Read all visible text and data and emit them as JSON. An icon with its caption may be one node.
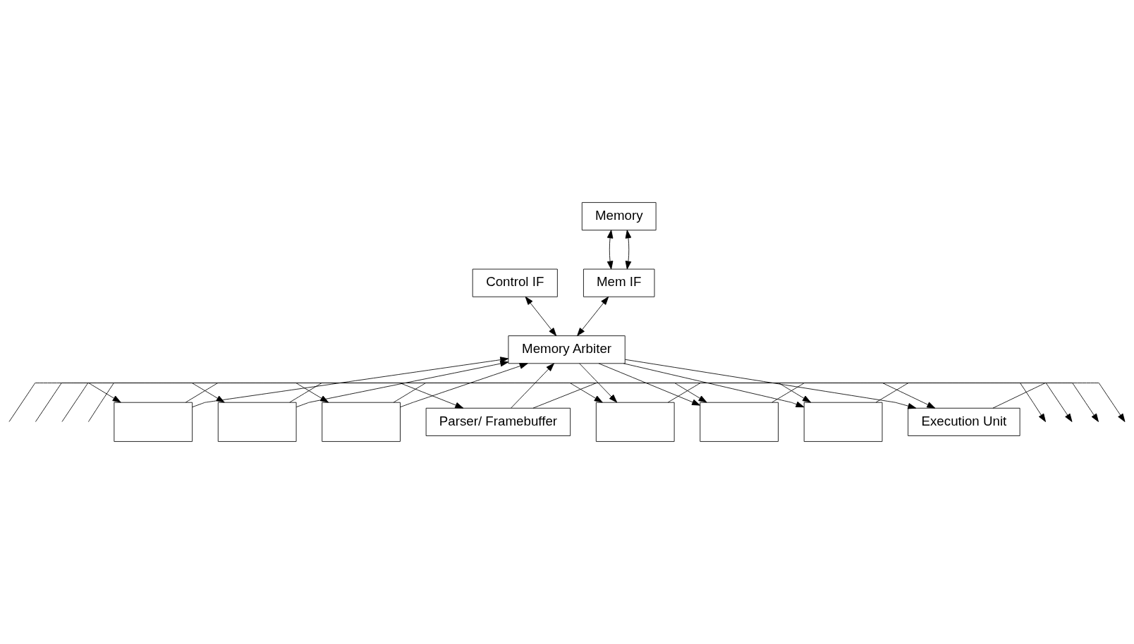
{
  "diagram": {
    "nodes": [
      {
        "text": [
          "Control IF"
        ]
      },
      {
        "text": [
          "Memory"
        ]
      },
      {
        "text": [
          "Mem IF"
        ]
      },
      {
        "text": [
          "Memory Arbiter"
        ]
      },
      {
        "text": [],
        "shape": "box"
      },
      {
        "text": [],
        "shape": "box"
      },
      {
        "text": [],
        "shape": "box"
      },
      {
        "text": [
          "Parser/ Framebuffer"
        ]
      },
      {
        "text": [],
        "shape": "box"
      },
      {
        "text": [],
        "shape": "box"
      },
      {
        "text": [],
        "shape": "box"
      },
      {
        "text": [
          "Execution Unit"
        ]
      }
    ],
    "edges": [
      {
        "from": 3,
        "to": 0,
        "arrow": "both"
      },
      {
        "from": 3,
        "to": 2,
        "arrow": "both"
      },
      {
        "from": 2,
        "to": 1,
        "arrow": "both"
      },
      {
        "from": 2,
        "to": 1,
        "arrow": "both"
      },
      {
        "from": null,
        "to": 4,
        "arrow": "to"
      },
      {
        "from": null,
        "to": 5,
        "arrow": "to"
      },
      {
        "from": null,
        "to": 6,
        "arrow": "to"
      },
      {
        "from": null,
        "to": 7,
        "arrow": "to"
      },
      {
        "from": 4,
        "to": 3,
        "arrow": "to"
      },
      {
        "from": 5,
        "to": 3,
        "arrow": "to"
      },
      {
        "from": 6,
        "to": 3,
        "arrow": "to"
      },
      {
        "from": 7,
        "to": 3,
        "arrow": "to"
      },
      {
        "from": 3,
        "to": 8,
        "arrow": "to"
      },
      {
        "from": 3,
        "to": 9,
        "arrow": "to"
      },
      {
        "from": 3,
        "to": 10,
        "arrow": "to"
      },
      {
        "from": 3,
        "to": 11,
        "arrow": "to"
      },
      {
        "from": 4,
        "to": 8,
        "arrow": "to"
      },
      {
        "from": 5,
        "to": 9,
        "arrow": "to"
      },
      {
        "from": 6,
        "to": 10,
        "arrow": "to"
      },
      {
        "from": 7,
        "to": 11,
        "arrow": "to"
      },
      {
        "from": 8,
        "to": null,
        "arrow": "to"
      },
      {
        "from": 9,
        "to": null,
        "arrow": "to"
      },
      {
        "from": 10,
        "to": null,
        "arrow": "to"
      },
      {
        "from": 11,
        "to": null,
        "arrow": "to"
      }
    ]
  }
}
